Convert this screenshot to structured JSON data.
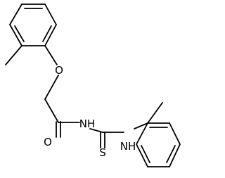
{
  "structure": {
    "atom_labels": {
      "ether_oxygen": "O",
      "carbonyl_oxygen": "O",
      "amide_nitrogen": "NH",
      "thioamide_nitrogen": "NH",
      "thione_sulfur": "S"
    },
    "colors": {
      "bonds": "#000000",
      "labels": "#000000",
      "background": "#ffffff"
    }
  }
}
